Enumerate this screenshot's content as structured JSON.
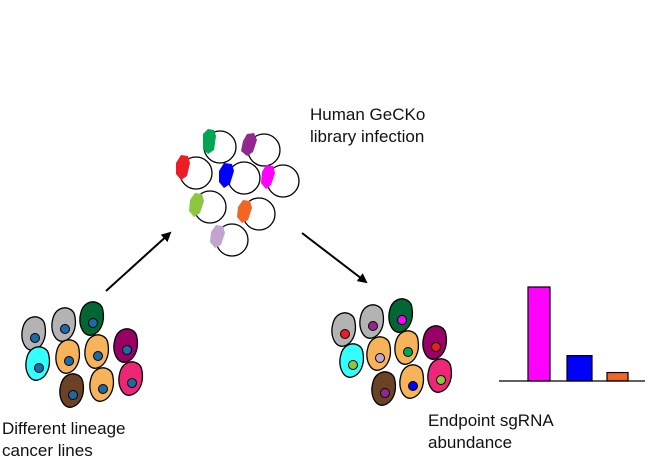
{
  "labels": {
    "library_line1": "Human GeCKo",
    "library_line2": "library infection",
    "cells_line1": "Different lineage",
    "cells_line2": "cancer lines",
    "endpoint_line1": "Endpoint sgRNA",
    "endpoint_line2": "abundance"
  },
  "colors": {
    "cell_gray": "#b3b3b3",
    "cell_cyan": "#33ffff",
    "cell_orange": "#f7b35a",
    "cell_darkgreen": "#006633",
    "cell_maroon": "#990066",
    "cell_brown": "#6b4226",
    "cell_pink": "#ee2677",
    "nucleus_default": "#1e6aa6",
    "plasmid_red": "#ee1c24",
    "plasmid_green": "#00a651",
    "plasmid_purple": "#92278f",
    "plasmid_blue": "#0000ff",
    "plasmid_magenta": "#ff00ff",
    "plasmid_lightgreen": "#8dc63f",
    "plasmid_orange": "#f26522",
    "plasmid_lavender": "#c2a5cf"
  },
  "chart_data": {
    "type": "bar",
    "categories": [
      "",
      "",
      ""
    ],
    "series": [
      {
        "values": [
          1.0,
          0.27,
          0.09
        ]
      }
    ],
    "bar_colors": [
      "#ff00ff",
      "#0000ff",
      "#f26522"
    ],
    "title": "",
    "xlabel": "",
    "ylabel": "",
    "ylim": [
      0,
      1
    ],
    "axes": "baseline only",
    "grid": false
  }
}
